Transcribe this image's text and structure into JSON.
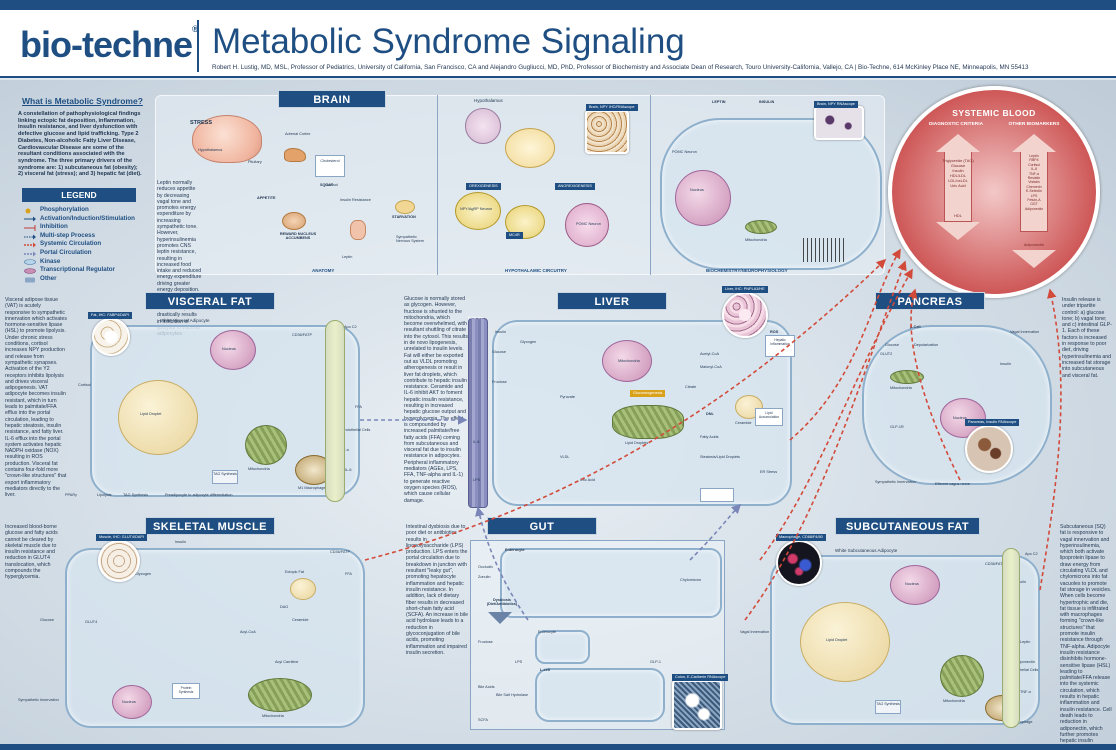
{
  "header": {
    "logo": "bio-techne",
    "title": "Metabolic Syndrome Signaling",
    "authors": "Robert H. Lustig, MD, MSL, Professor of Pediatrics, University of California, San Francisco, CA and Alejandro Gugliucci, MD, PhD, Professor of Biochemistry and Associate Dean of Research, Touro University-California, Vallejo, CA  |  Bio-Techne, 614 McKinley Place NE, Minneapolis, MN 55413"
  },
  "intro": {
    "heading": "What is Metabolic Syndrome?",
    "text": "A constellation of pathophysiological findings linking ectopic fat deposition, inflammation, insulin resistance, and liver dysfunction with defective glucose and lipid trafficking. Type 2 Diabetes, Non-alcoholic Fatty Liver Disease, Cardiovascular Disease are some of the resultant conditions associated with the syndrome. The three primary drivers of the syndrome are: 1) subcutaneous fat (obesity); 2) visceral fat (stress); and 3) hepatic fat (diet)."
  },
  "legend": {
    "title": "LEGEND",
    "items": [
      {
        "label": "Phosphorylation",
        "color": "#d9a21a"
      },
      {
        "label": "Activation/Induction/Stimulation",
        "color": "#1f4f82"
      },
      {
        "label": "Inhibition",
        "color": "#c23b3b"
      },
      {
        "label": "Multi-step Process",
        "color": "#1f4f82"
      },
      {
        "label": "Systemic Circulation",
        "color": "#d24b3a"
      },
      {
        "label": "Portal Circulation",
        "color": "#7a86b8"
      },
      {
        "label": "Kinase",
        "color": "#b8d4ea"
      },
      {
        "label": "Transcriptional Regulator",
        "color": "#c98eb4"
      },
      {
        "label": "Other",
        "color": "#8aa6c4"
      }
    ]
  },
  "sections": {
    "brain": "BRAIN",
    "visceral_fat": "VISCERAL FAT",
    "liver": "LIVER",
    "pancreas": "PANCREAS",
    "skeletal_muscle": "SKELETAL MUSCLE",
    "gut": "GUT",
    "subcutaneous_fat": "SUBCUTANEOUS FAT"
  },
  "brain": {
    "anatomy": "ANATOMY",
    "hypothalamic": "HYPOTHALAMIC CIRCUITRY",
    "biochem": "BIOCHEMISTRY/NEUROPHYSIOLOGY",
    "note": "Leptin normally reduces appetite by decreasing vagal tone and promotes energy expenditure by increasing sympathetic tone. However, hyperinsulinemia promotes CNS leptin resistance, resulting in increased food intake and reduced energy expenditure driving greater energy deposition. Stress increases sympathetic tone and cortisol, which drastically results in inhibition of lipolysis in visceral adipocytes.",
    "labels": [
      "STRESS",
      "Hypothalamus",
      "Adrenal Cortex",
      "Pituitary",
      "Cholesterol",
      "Cortisol",
      "APPETITE",
      "REWARD NUCLEUS ACCUMBENS",
      "SQUAT",
      "Insulin Resistance",
      "STARVATION",
      "Sympathetic Nervous System",
      "Leptin",
      "Hypothalamus",
      "POMC Neuron",
      "OREXIGENESIS",
      "ANOREXIGENESIS",
      "NPY/AgRP Neuron",
      "MC4R",
      "POMC Neuron",
      "Nucleus",
      "Mitochondria",
      "LEPTIN",
      "INSULIN"
    ]
  },
  "visceral": {
    "note": "Visceral adipose tissue (VAT) is acutely responsive to sympathetic innervation which activates hormone-sensitive lipase (HSL) to promote lipolysis. Under chronic stress conditions, cortisol increases NPY production and release from sympathetic synapses. Activation of the Y2 receptors inhibits lipolysis and drives visceral adipogenesis. VAT adipocyte becomes insulin resistant, which in turn leads to palmitate/FFA efflux into the portal circulation, leading to hepatic steatosis, insulin resistance, and fatty liver. IL-6 efflux into the portal system activates hepatic NADPH oxidase (NOX) resulting in ROS production. Visceral fat contains four-fold more \"crown-like structures\" that export inflammatory mediators directly to the liver.",
    "labels": [
      "White Visceral Adipocyte",
      "Lipid Droplet",
      "Nucleus",
      "Mitochondria",
      "Cortisol",
      "Insulin",
      "TNF-α",
      "IL-6",
      "FFA",
      "Endothelial Cells",
      "M1 Macrophage",
      "TAG Synthesis",
      "CD36/FATP",
      "Apo C2"
    ],
    "foot": [
      "PPARγ",
      "Lipolysis",
      "TAG Synthesis",
      "Preadipocyte to adipocyte differentiation"
    ]
  },
  "liver": {
    "note": "Glucose is normally stored as glycogen. However, fructose is shunted to the mitochondria, which become overwhelmed, with resultant shuttling of citrate into the cytosol. This results in de novo lipogenesis, unrelated to insulin levels. Fat will either be exported out as VLDL promoting atherogenesis or result in liver fat droplets, which contribute to hepatic insulin resistance. Ceramide and IL-6 inhibit AKT to foment hepatic insulin resistance, resulting in increased hepatic glucose output and hyperglycemia. The effect is compounded by increased palmitate/free fatty acids (FFA) coming from subcutaneous and visceral fat due to insulin resistance in adipocytes. Peripheral inflammatory mediators (AGEs, LPS, FFA, TNF-alpha and IL-1) to generate reactive oxygen species (ROS), which cause cellular damage.",
    "labels": [
      "Portal Vein",
      "Glucose",
      "Fructose",
      "Insulin",
      "IL-6",
      "LPS",
      "Glycogen",
      "Pyruvate",
      "Citrate",
      "Acetyl-CoA",
      "Malonyl-CoA",
      "DNL",
      "Gluconeogenesis",
      "Fatty Acids",
      "Nucleus",
      "Mitochondria",
      "Lipid Droplets",
      "Ceramide",
      "VLDL",
      "ROS",
      "ER Stress",
      "Uric Acid",
      "Steatosis/Lipid Droplets",
      "Hepatic Inflammation",
      "Lipid Accumulation"
    ]
  },
  "pancreas": {
    "note": "Insulin release is under tripartite control: a) glucose tone; b) vagal tone; and c) intestinal GLP-1. Each of these factors is increased in response to poor diet, driving hyperinsulinemia and increased fat storage into subcutaneous and visceral fat.",
    "labels": [
      "β-Cell",
      "Glucose",
      "GLUT2",
      "Nucleus",
      "Insulin",
      "GLP-1R",
      "Depolarization",
      "Mitochondria",
      "Sympathetic Innervation",
      "Vagal Innervation",
      "Efferent vagus nerve"
    ]
  },
  "muscle": {
    "note": "Increased blood-borne glucose and fatty acids cannot be cleared by skeletal muscle due to insulin resistance and reduction in GLUT4 translocation, which compounds the hyperglycemia.",
    "labels": [
      "Insulin",
      "Glucose",
      "GLUT4",
      "Glycogen",
      "Acyl-CoA",
      "Ectopic Fat",
      "Ceramide",
      "DAG",
      "Acyl Carnitine",
      "Nucleus",
      "Mitochondria",
      "Protein Synthesis",
      "Sympathetic Innervation",
      "CD36/FATP",
      "FFA"
    ]
  },
  "gut": {
    "note": "Intestinal dysbiosis due to poor diet or antibiotics results in lipopolysaccharide (LPS) production. LPS enters the portal circulation due to breakdown in junction with resultant \"leaky gut\", promoting hepatocyte inflammation and hepatic insulin resistance. In addition, lack of dietary fiber results in decreased short-chain fatty acid (SCFA). An increase in bile acid hydrolase leads to a reduction in glycoconjugation of bile acids, promoting inflammation and impaired insulin secretion.",
    "labels": [
      "Enterocyte",
      "Dysbiosis (Diet/Antibiotics)",
      "LPS",
      "Fructose",
      "Bile Acids",
      "Enterocyte",
      "L-cell",
      "GLP-1",
      "SCFA",
      "Bile Salt Hydrolase",
      "Chylomicron",
      "Occludin",
      "Zonulin"
    ]
  },
  "subq": {
    "note": "Subcutaneous (SQ) fat is responsive to vagal innervation and hyperinsulinemia, which both activate lipoprotein lipase to draw energy from circulating VLDL and chylomicrons into fat vacuoles to promote fat storage in vesicles. When cells become hypertrophic and die, fat tissue is infiltrated with macrophages forming \"crown-like structures\" that promote insulin resistance through TNF-alpha. Adipocyte insulin resistance disinhibits hormone-sensitive lipase (HSL) leading to palmitate/FFA release into the systemic circulation, which results in hepatic inflammation and insulin resistance. Cell death leads to reduction in adiponectin, which further promotes hepatic insulin resistance.",
    "labels": [
      "White Subcutaneous Adipocyte",
      "Lipid Droplet",
      "Nucleus",
      "Mitochondria",
      "TAG Synthesis",
      "Insulin",
      "Leptin",
      "Adiponectin",
      "TNF-α",
      "Endothelial Cells",
      "M1 Macrophage",
      "Apo C2",
      "CD36/FATP",
      "Vagal Innervation"
    ]
  },
  "blood": {
    "title": "SYSTEMIC BLOOD",
    "diagnostic_label": "DIAGNOSTIC CRITERIA",
    "diagnostic_items": "Triglyceride (TAG)\nGlucose\nInsulin\nHDL/LDL\nLDL/oxLDL\nUric Acid",
    "diagnostic_low": "HDL",
    "biomarker_label": "OTHER BIOMARKERS",
    "biomarker_items": "Leptin\nRBP4\nCortisol\nIL-6\nTNF-α\nResistin\nVisfatin\nChemerin\nE-Selectin\nLPS\nFetuin-A\nGGT\nAdiponectin",
    "biomarker_low": "Adiponectin"
  },
  "tags": {
    "brain_ihc": "Brain, NPY IHC/RNAscope",
    "brain_ihc2": "Brain, NPY RNAscope",
    "visceral_img": "Fat, IHC: FABP4/DAPI",
    "liver_img": "Liver, IHC: PNPLA3/HE",
    "pancreas_img": "Pancreas, Insulin RNAscope",
    "muscle_img": "Muscle, IHC: GLUT4/DAPI",
    "subq_img": "Macrophage, CD68/F4/80",
    "gut_img": "Colon, E-Cadherin RNAscope"
  },
  "colors": {
    "brand": "#1f4f82",
    "systemic": "#d24b3a",
    "portal": "#7a86b8",
    "inhibition": "#c23b3b",
    "blood": "#c94848"
  }
}
